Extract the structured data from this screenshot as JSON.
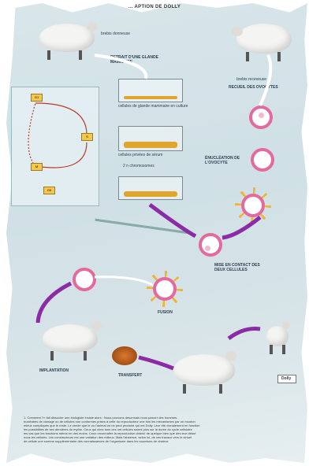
{
  "title": "... APTION DE DOLLY",
  "labels": {
    "donor_sheep": "brebis donneuse",
    "removal_mammary": "RETRAIT D'UNE GLANDE MAMMAIRE",
    "culture_1": "cellules de glande mammaire en culture",
    "culture_2": "cellules privées de sérum",
    "chromosomes": "2 n chromosomes",
    "receiver_sheep": "brebis receveuse",
    "oocyte_removal": "RECUEIL DES OVOCYTES",
    "enucleation": "ÉNUCLÉATION DE L'OVOCYTE",
    "contact": "MISE EN CONTACT DES DEUX CELLULES",
    "fusion": "FUSION",
    "implantation": "IMPLANTATION",
    "transfer": "TRANSFERT",
    "dolly": "Dolly",
    "g1": "G1",
    "s": "S",
    "m": "M",
    "g0": "G0"
  },
  "caption": [
    "1. Comment ?»  fait dissocier une biologiste insiste alors : Nous pouvons désormais nous passer des hommes.",
    "nucléaires de clonage ou de cellules non conformes prises à celle du reproducteur une fois les mécanismes par un mouton",
    "mieux compliqués que le reste. Le cercle que le ou l'animal on ne peut produire qui ont Dolly. Leur été clonalement en fonction",
    "les possibilités de ses dernières du mythe. Ceux qui chez tous ces ont cellules soient plus sur la durée du cycle cellulaire",
    "les cas que les fonctions même en des moins. Ceux reconnaître la reproduction obtenir de quelque bien que dès leur début",
    "nous les cellules. Les constructeurs est une variation des milieux. Mais l'absence, selon lui, de ces travaux vers le virtuel",
    "de cellule une somme supplémentaire des connaissances de l'organisme dans les soumises de chaleur."
  ]
}
